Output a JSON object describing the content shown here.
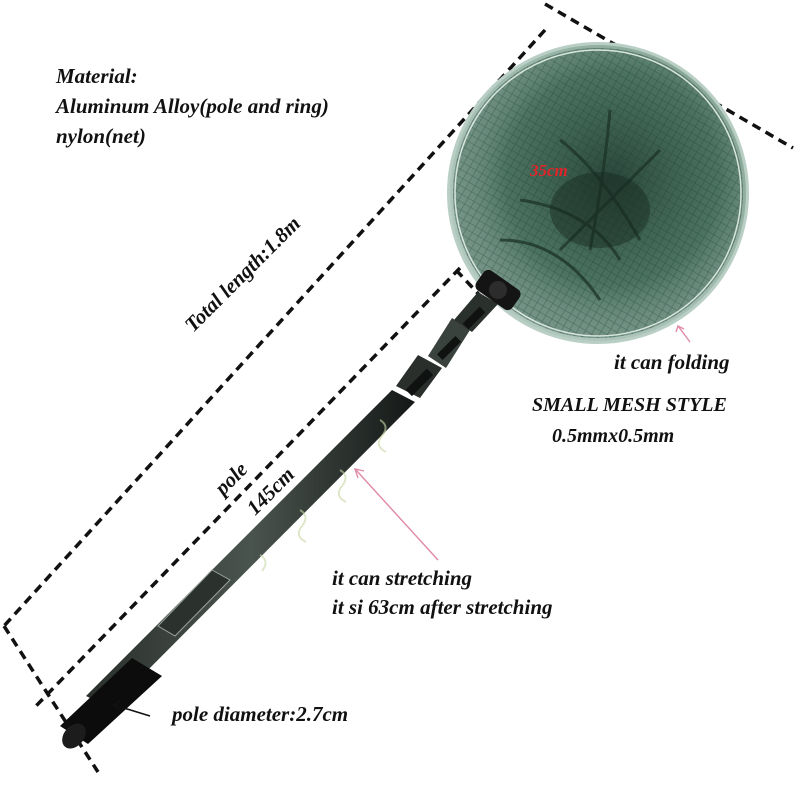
{
  "material": {
    "title": "Material:",
    "line1": "Aluminum Alloy(pole and ring)",
    "line2": "nylon(net)"
  },
  "dimensions": {
    "total_length": "Total length:1.8m",
    "ring_size": "35cm",
    "pole_label": "pole",
    "pole_length": "145cm"
  },
  "notes": {
    "folding": "it can folding",
    "mesh_style": "SMALL MESH STYLE",
    "mesh_size": "0.5mmx0.5mm",
    "stretch_line1": "it can stretching",
    "stretch_line2": "it si 63cm after stretching",
    "diameter": "pole diameter:2.7cm"
  },
  "colors": {
    "net": "#2f5a46",
    "rim": "#8aa89a",
    "pole": "#1a1f1c",
    "handle": "#101010",
    "pointer": "#e08aa8",
    "ring_size_text": "#e1232a"
  }
}
